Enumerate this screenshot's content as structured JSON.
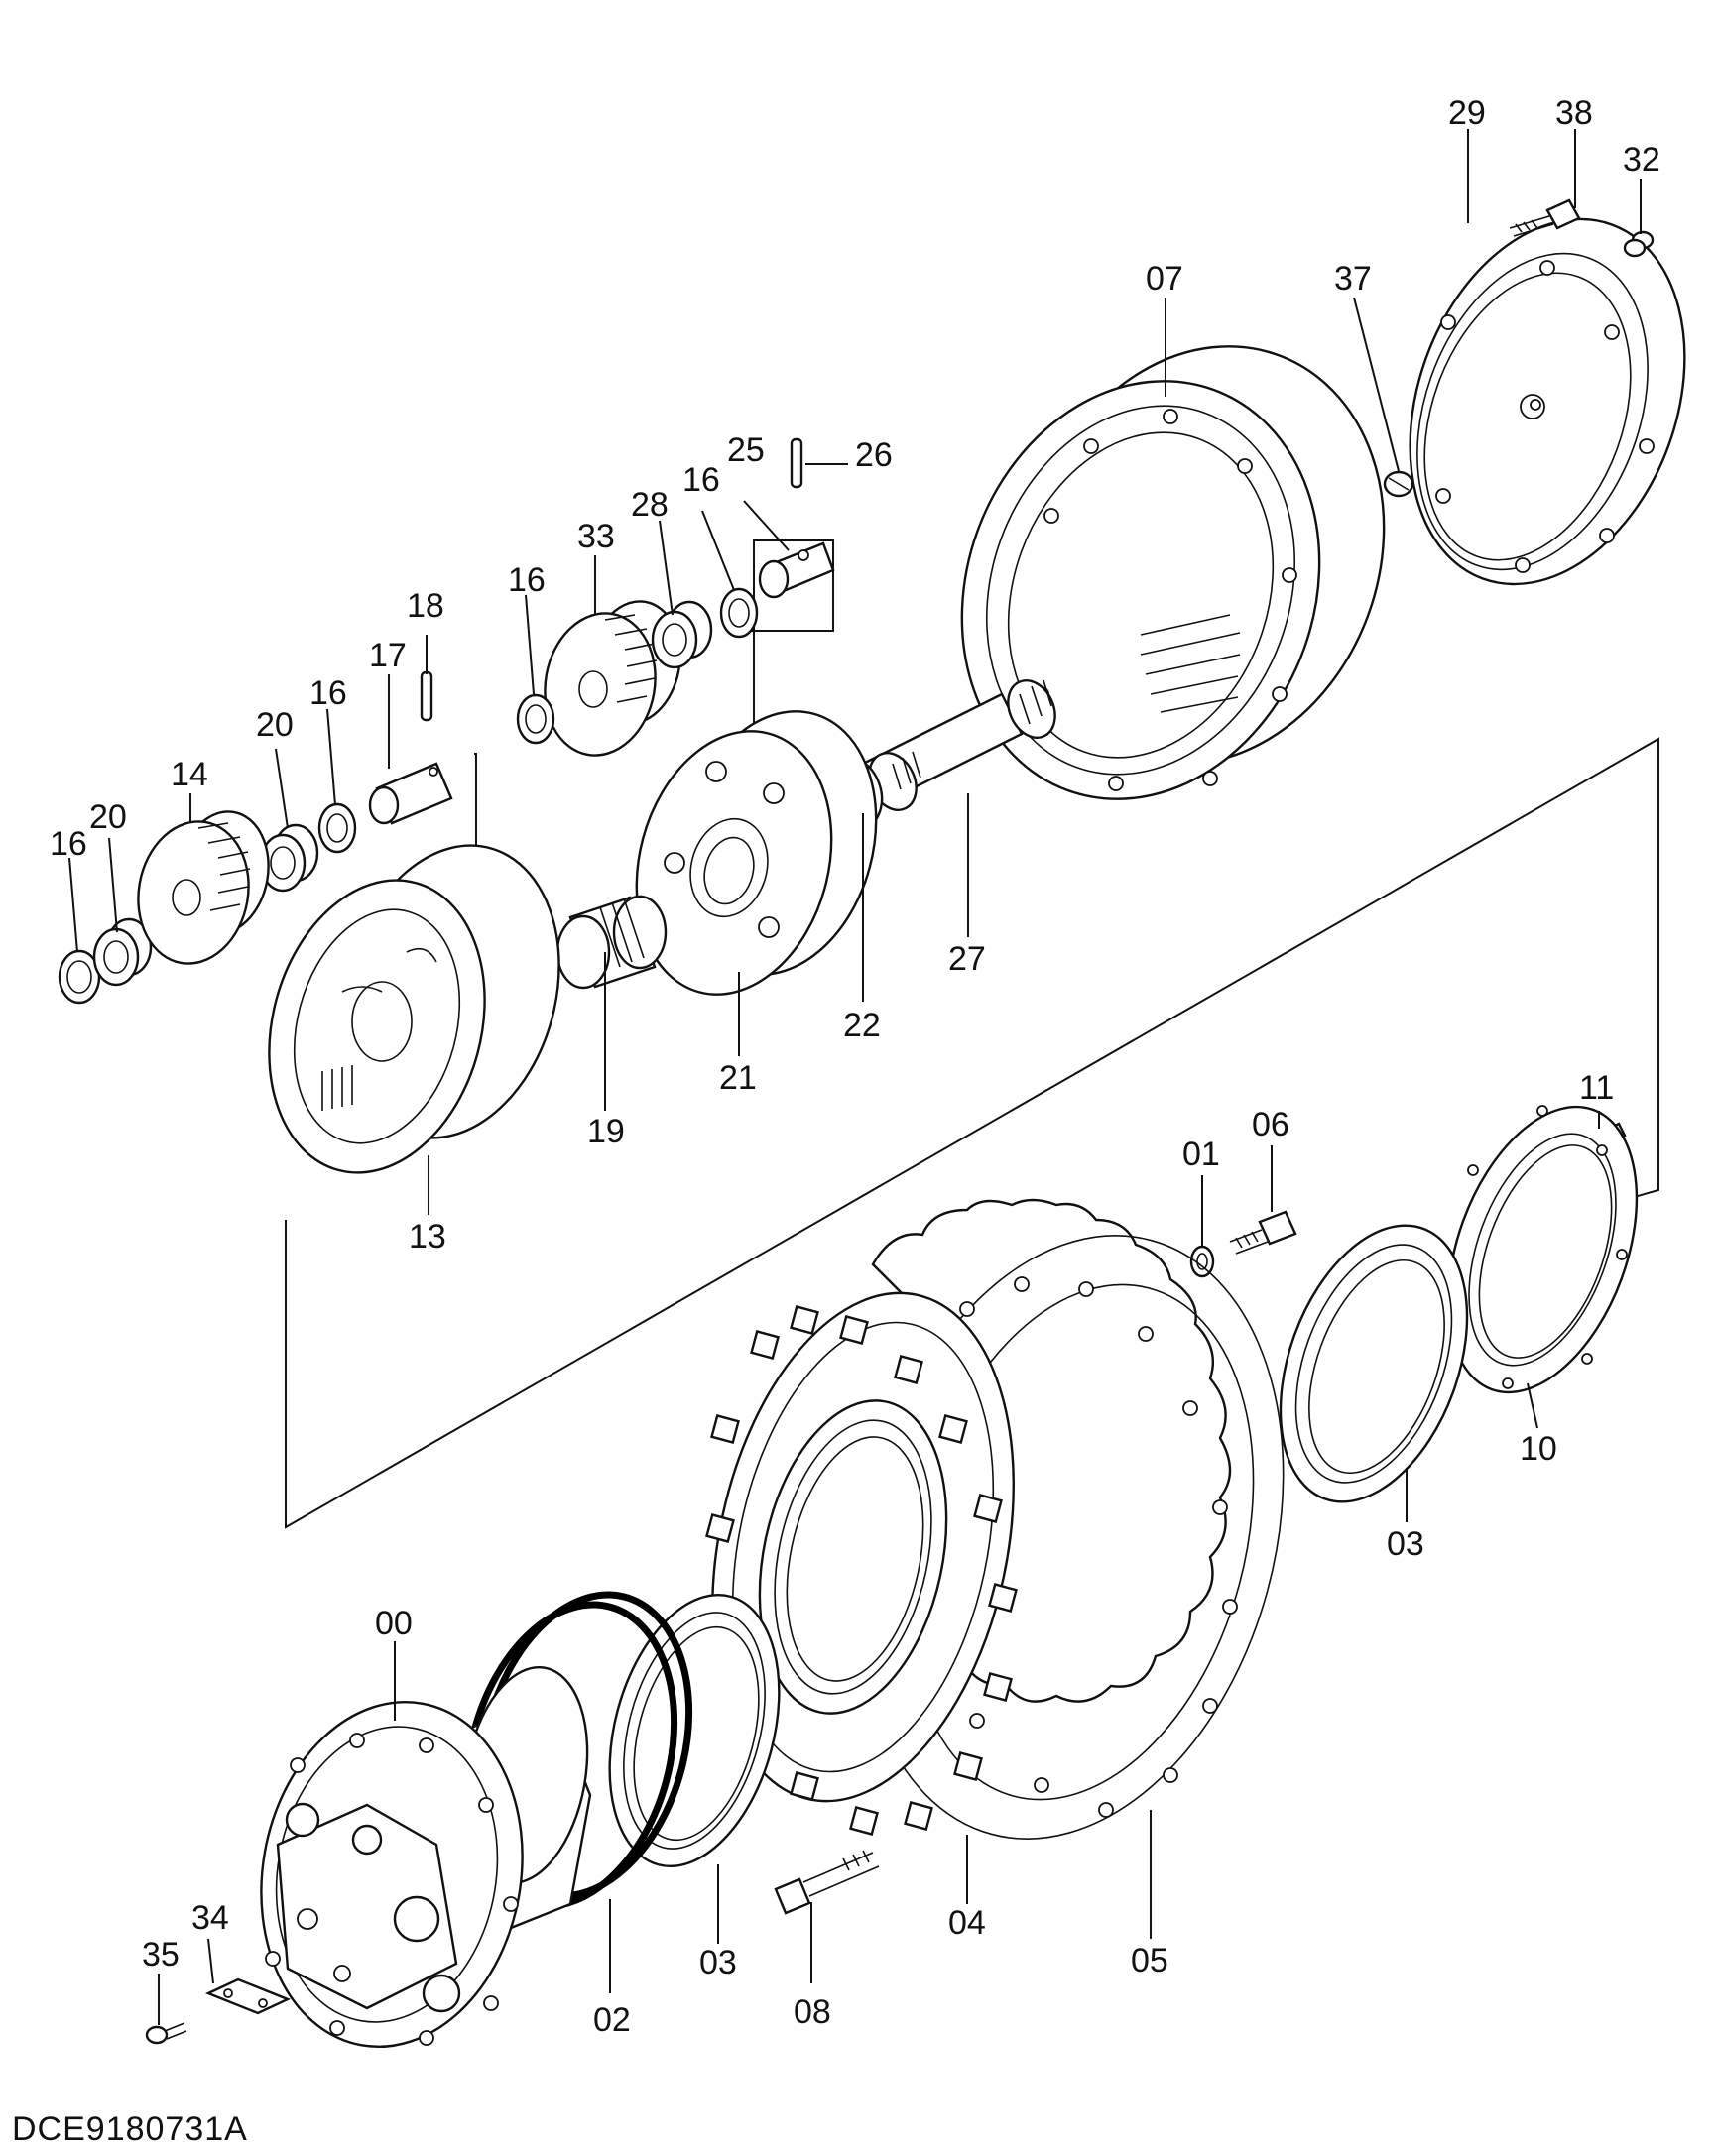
{
  "drawing_code": "DCE9180731A",
  "callouts": [
    {
      "id": "c29",
      "text": "29"
    },
    {
      "id": "c38",
      "text": "38"
    },
    {
      "id": "c32",
      "text": "32"
    },
    {
      "id": "c07",
      "text": "07"
    },
    {
      "id": "c37",
      "text": "37"
    },
    {
      "id": "c25",
      "text": "25"
    },
    {
      "id": "c26",
      "text": "26"
    },
    {
      "id": "c16a",
      "text": "16"
    },
    {
      "id": "c28",
      "text": "28"
    },
    {
      "id": "c33",
      "text": "33"
    },
    {
      "id": "c16b",
      "text": "16"
    },
    {
      "id": "c18",
      "text": "18"
    },
    {
      "id": "c17",
      "text": "17"
    },
    {
      "id": "c20a",
      "text": "20"
    },
    {
      "id": "c16c",
      "text": "16"
    },
    {
      "id": "c14",
      "text": "14"
    },
    {
      "id": "c20b",
      "text": "20"
    },
    {
      "id": "c16d",
      "text": "16"
    },
    {
      "id": "c27",
      "text": "27"
    },
    {
      "id": "c22",
      "text": "22"
    },
    {
      "id": "c21",
      "text": "21"
    },
    {
      "id": "c19",
      "text": "19"
    },
    {
      "id": "c13",
      "text": "13"
    },
    {
      "id": "c11",
      "text": "11"
    },
    {
      "id": "c01",
      "text": "01"
    },
    {
      "id": "c06",
      "text": "06"
    },
    {
      "id": "c10",
      "text": "10"
    },
    {
      "id": "c03a",
      "text": "03"
    },
    {
      "id": "c00",
      "text": "00"
    },
    {
      "id": "c35",
      "text": "35"
    },
    {
      "id": "c34",
      "text": "34"
    },
    {
      "id": "c02",
      "text": "02"
    },
    {
      "id": "c03b",
      "text": "03"
    },
    {
      "id": "c08",
      "text": "08"
    },
    {
      "id": "c04",
      "text": "04"
    },
    {
      "id": "c05",
      "text": "05"
    }
  ]
}
